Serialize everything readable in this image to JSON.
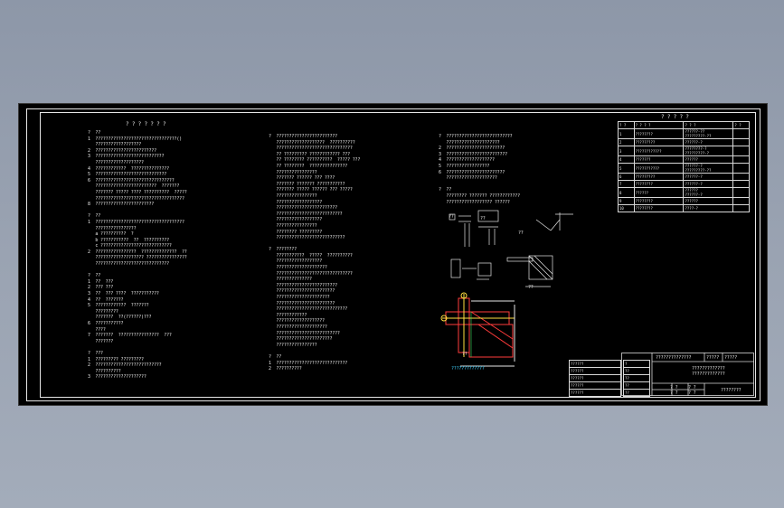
{
  "col1": {
    "title": "? ? ? ? ? ? ?",
    "lines": [
      "?  ??",
      "1  ????????????????????????????????()",
      "   ??????????????????",
      "2  ????????????????????????",
      "3  ???????????????????????????",
      "   ???????????????????",
      "4  ????????????  ???????????????",
      "5  ????????????????????????????",
      "6  ???????????????????????????????",
      "   ????????????????????????  ???????",
      "   ??????? ????? ???? ??????????  ?????",
      "   ???????????????????????????????????",
      "8  ???????????????????????",
      "",
      "?  ??",
      "1  ???????????????????????????????????",
      "   ????????????????",
      "   a ??????????  ?",
      "   b ???????????  ??  ??????????",
      "   c ????????????????????????????",
      "2  ????????????????  ??????????????  ?? ",
      "   ??????????????????? ????????????????",
      "   ?????????????????????????????",
      "",
      "?  ??",
      "1  ??  ???",
      "2  ??? ???",
      "3  ??  ??? ????  ???????????",
      "4  ??  ???????",
      "5  ????????????  ???????",
      "   ?????????",
      "   ???????  ??(??????)???",
      "6  ???????????",
      "   ????",
      "7  ???????  ????????????????  ???",
      "   ???????",
      "",
      "?  ???",
      "1  ????????? ?????????",
      "2  ??????????????????????????",
      "   ??????????",
      "3  ????????????????????"
    ]
  },
  "col2": {
    "lines": [
      "?  ????????????????????????",
      "   ???????????????????  ??????????",
      "   ??????????????????????????????",
      "   ?? ????????? ???????????? ???",
      "   ?? ???????? ??????????  ????? ???",
      "   ?? ????????  ???????????????",
      "   ????????????????",
      "   ??????? ?????? ??? ????",
      "   ??????? ??????? ???????????",
      "   ??????? ????? ?????? ??? ?????",
      "   ????????????????",
      "   ??????????????????",
      "   ????????????????????????",
      "   ??????????????????????????",
      "   ??????????????????",
      "   ????????????????",
      "   ???????? ?????????",
      "   ???????????????????????????",
      "",
      "?  ????????",
      "   ???????????  ?????  ??????????",
      "   ??????????????????",
      "   ????????????????????",
      "   ??????????????????????????????",
      "   ??????????????",
      "   ????????????????????????",
      "   ???????????????????????",
      "   ?????????????????????",
      "   ???????????????????????",
      "   ????????????????????????????",
      "   ????????????",
      "   ???????????????????",
      "   ????????????????????",
      "   ?????????????????????????",
      "   ??????????????????????",
      "   ????????????????",
      "",
      "?  ??",
      "1  ????????????????????????????",
      "2  ??????????"
    ]
  },
  "col3": {
    "lines": [
      "?  ??????????????????????????",
      "   ?????????????????????",
      "2  ???????????????????????",
      "3  ????????????????????????",
      "4  ???????????????????",
      "5  ?????????????????",
      "6  ???????????????????????",
      "   ????????????????????",
      "",
      "?  ??",
      "   ???????? ??????? ????????????",
      "   ?????????????????? ??????"
    ],
    "detail_caption": "??",
    "detail_note": "?????????????",
    "small_labels": [
      "??",
      "??",
      "??",
      "??"
    ]
  },
  "register": {
    "title": "? ? ? ? ?",
    "header": [
      "? ?",
      "? ? ? ?",
      "? ? ?",
      "? ?"
    ],
    "rows": [
      [
        "1",
        "????????",
        "??????-??\n?????????-??",
        ""
      ],
      [
        "2",
        "?????????",
        "??????-?",
        ""
      ],
      [
        "3",
        "????????????",
        "????????-?\n?????????-?",
        ""
      ],
      [
        "4",
        "???????",
        "??????",
        ""
      ],
      [
        "5",
        "???????????",
        "??????-?\n?????????-??",
        ""
      ],
      [
        "6",
        "?????????",
        "??????-?",
        ""
      ],
      [
        "7",
        "????????",
        "??????-?",
        ""
      ],
      [
        "8",
        "??????",
        "??????\n??????-?",
        ""
      ],
      [
        "9",
        "????????",
        "??????",
        ""
      ],
      [
        "10",
        "????????",
        "????-?",
        ""
      ]
    ]
  },
  "titleblock": {
    "project": "??????????????",
    "drawing": "?????????????\n?????????????",
    "sheet_label": "?????",
    "number": "?????",
    "stamp": "????????",
    "rev_rows": [
      "??????",
      "??????",
      "??????",
      "??????",
      "??????"
    ],
    "sign_rows": [
      "?",
      "??",
      "??",
      "??",
      "??"
    ],
    "meta": [
      "? ?",
      "? ?",
      "? ?",
      "? ?"
    ]
  },
  "colors": {
    "background": "#000000",
    "line": "#e6e6e6",
    "red": "#ff3b3b",
    "yellow": "#ffe040",
    "cyan": "#3fd2ff",
    "green": "#30e060"
  }
}
